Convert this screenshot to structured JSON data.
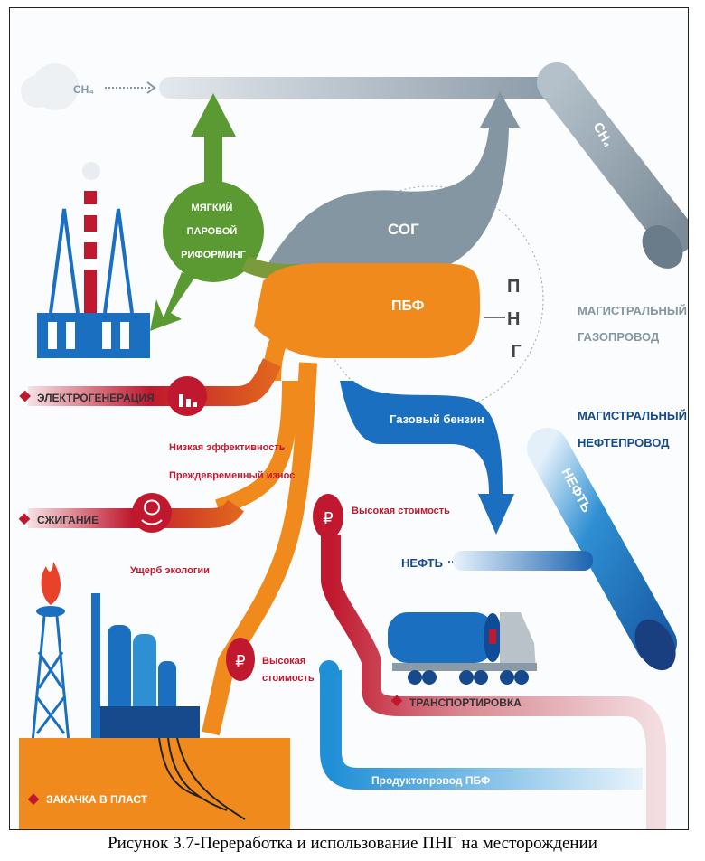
{
  "diagram": {
    "ch4_left": "CH₄",
    "ch4_pipe": "CH₄",
    "reforming": [
      "МЯГКИЙ",
      "ПАРОВОЙ",
      "РИФОРМИНГ"
    ],
    "sog": "СОГ",
    "pbf": "ПБФ",
    "png_letters": [
      "П",
      "Н",
      "Г"
    ],
    "gas_pipeline": [
      "МАГИСТРАЛЬНЫЙ",
      "ГАЗОПРОВОД"
    ],
    "oil_pipeline": [
      "МАГИСТРАЛЬНЫЙ",
      "НЕФТЕПРОВОД"
    ],
    "gas_gasoline": "Газовый бензин",
    "oil_pipe": "НЕФТЬ",
    "oil_horizontal": "НЕФТЬ",
    "power_generation": "ЭЛЕКТРОГЕНЕРАЦИЯ",
    "low_efficiency": "Низкая эффективность",
    "premature_wear": "Преждевременный износ",
    "flaring": "СЖИГАНИЕ",
    "eco_damage": "Ущерб экологии",
    "high_cost_1": "Высокая стоимость",
    "high_cost_2": [
      "Высокая",
      "стоимость"
    ],
    "transportation": "ТРАНСПОРТИРОВКА",
    "product_pipeline": "Продуктопровод ПБФ",
    "injection": "ЗАКАЧКА В ПЛАСТ",
    "colors": {
      "orange": "#f08a1c",
      "red": "#c0182e",
      "blue": "#1f8fd6",
      "darkblue": "#174a8c",
      "gray": "#8a9aa6",
      "green": "#5b9a33"
    }
  },
  "caption": "Рисунок 3.7-Переработка и использование ПНГ на месторождении"
}
